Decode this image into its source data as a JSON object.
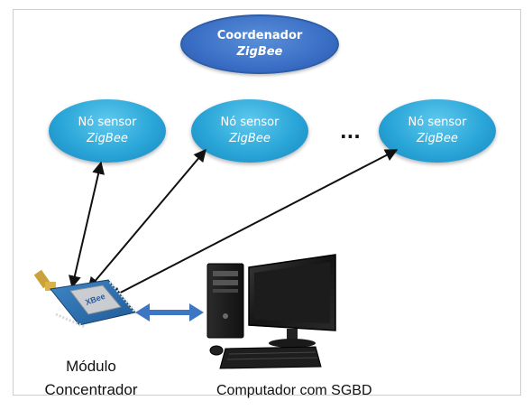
{
  "coordinator": {
    "line1": "Coordenador",
    "line2": "ZigBee"
  },
  "sensor_nodes": [
    {
      "line1": "Nó sensor",
      "line2": "ZigBee"
    },
    {
      "line1": "Nó sensor",
      "line2": "ZigBee"
    },
    {
      "line1": "Nó sensor",
      "line2": "ZigBee"
    }
  ],
  "ellipsis": "...",
  "module": {
    "line1": "Módulo",
    "line2": "Concentrador",
    "chip_text": "XBee"
  },
  "computer": {
    "label": "Computador com SGBD"
  },
  "colors": {
    "coordinator_fill": "#3a6fc6",
    "sensor_fill": "#2aa6d8",
    "link_arrow": "#111111",
    "serial_arrow": "#3d76c3"
  }
}
